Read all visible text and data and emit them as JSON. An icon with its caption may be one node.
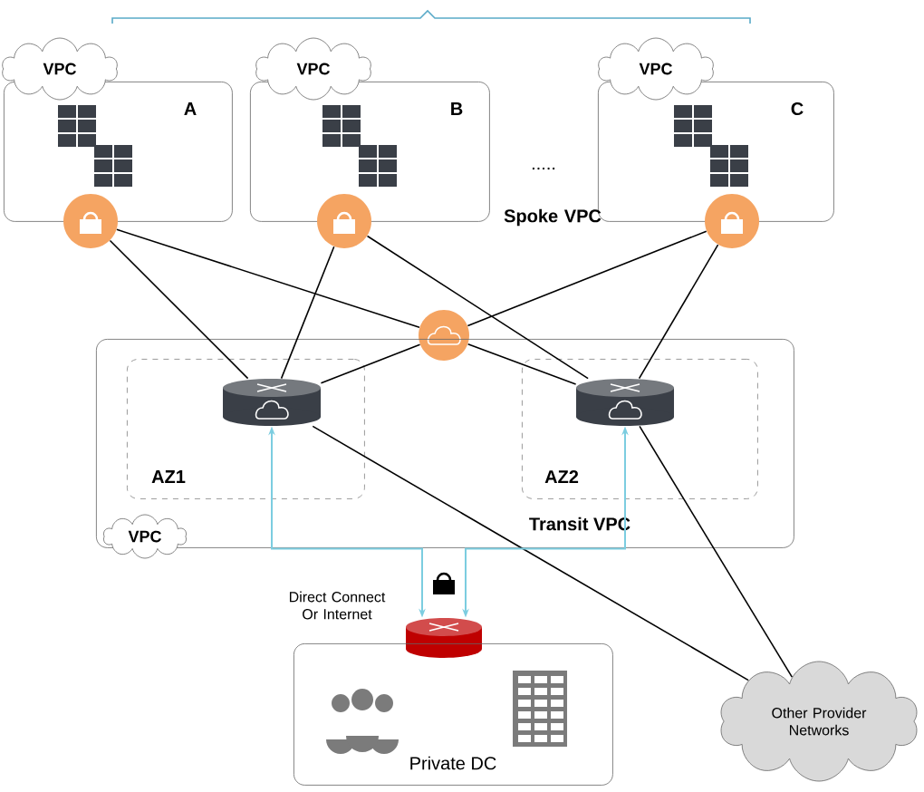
{
  "diagram": {
    "nodes": [
      {
        "text": [
          "A"
        ]
      },
      {
        "text": [
          "VPC"
        ]
      },
      {
        "text": [],
        "shape": "circle"
      },
      {
        "text": [
          "B"
        ]
      },
      {
        "text": [
          "VPC"
        ]
      },
      {
        "text": [],
        "shape": "circle"
      },
      {
        "text": [
          "C"
        ]
      },
      {
        "text": [
          "VPC"
        ]
      },
      {
        "text": [],
        "shape": "circle"
      },
      {
        "text": [],
        "shape": "circle"
      },
      {
        "text": [
          "Transit VPC"
        ]
      },
      {
        "text": [
          "AZ1"
        ],
        "in": 10
      },
      {
        "text": [],
        "shape": "router",
        "in": 11
      },
      {
        "text": [
          "AZ2"
        ],
        "in": 10
      },
      {
        "text": [],
        "shape": "router",
        "in": 13
      },
      {
        "text": [
          "VPC"
        ]
      },
      {
        "text": [],
        "shape": "router"
      },
      {
        "text": [
          "Private DC"
        ]
      },
      {
        "text": [
          "Other Provider Networks"
        ]
      }
    ],
    "edges": [
      {
        "from": 2,
        "to": 12,
        "arrow": "none"
      },
      {
        "from": 2,
        "to": 9,
        "arrow": "none"
      },
      {
        "from": 9,
        "to": 14,
        "arrow": "none"
      },
      {
        "from": 5,
        "to": 12,
        "arrow": "none"
      },
      {
        "from": 5,
        "to": 14,
        "arrow": "none"
      },
      {
        "from": 8,
        "to": 9,
        "arrow": "none"
      },
      {
        "from": 9,
        "to": 12,
        "arrow": "none"
      },
      {
        "from": 8,
        "to": 14,
        "arrow": "none"
      },
      {
        "from": 12,
        "to": 18,
        "arrow": "none"
      },
      {
        "from": 14,
        "to": 18,
        "arrow": "none"
      },
      {
        "from": 12,
        "to": 16,
        "arrow": "both",
        "color": "#7ccde0"
      },
      {
        "from": 14,
        "to": 16,
        "arrow": "both",
        "color": "#7ccde0"
      }
    ],
    "labels": [
      ".....",
      "Spoke VPC",
      "Direct Connect Or Internet"
    ]
  }
}
